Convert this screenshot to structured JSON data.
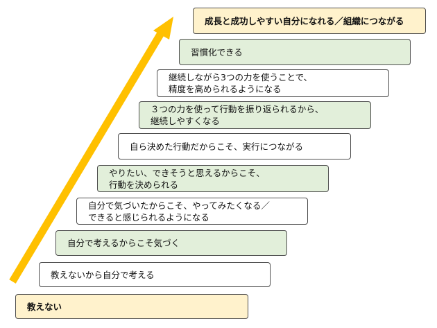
{
  "colors": {
    "arrow": "#ffc000",
    "white_step": "#ffffff",
    "green_step": "#e2efda",
    "highlight_step": "#fff2cc",
    "border": "#4d4d4d"
  },
  "steps": [
    {
      "label": "教えない",
      "style": "yellow"
    },
    {
      "label": "教えないから自分で考える",
      "style": "white"
    },
    {
      "label": "自分で考えるからこそ気づく",
      "style": "green"
    },
    {
      "label": "自分で気づいたからこそ、やってみたくなる／\nできると感じられるようになる",
      "style": "white"
    },
    {
      "label": "やりたい、できそうと思えるからこそ、\n行動を決められる",
      "style": "green"
    },
    {
      "label": "自ら決めた行動だからこそ、実行につながる",
      "style": "white"
    },
    {
      "label": "３つの力を使って行動を振り返られるから、\n継続しやすくなる",
      "style": "green"
    },
    {
      "label": "継続しながら3つの力を使うことで、\n精度を高められるようになる",
      "style": "white"
    },
    {
      "label": "習慣化できる",
      "style": "green"
    },
    {
      "label": "成長と成功しやすい自分になれる／組織につながる",
      "style": "yellow"
    }
  ]
}
